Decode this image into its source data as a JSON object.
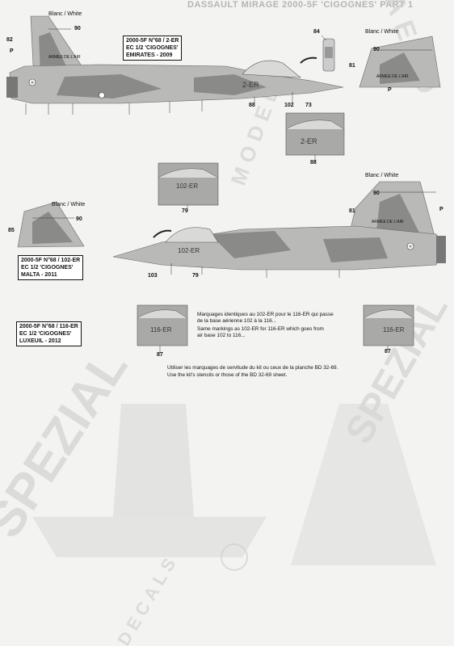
{
  "header": {
    "title": "DASSAULT MIRAGE 2000-5F 'CIGOGNES' PART 1"
  },
  "labels": {
    "blanc_white_1": "Blanc / White",
    "blanc_white_2": "Blanc / White",
    "blanc_white_3": "Blanc / White",
    "blanc_white_4": "Blanc / White",
    "n90_a": "90",
    "n90_b": "90",
    "n90_c": "90",
    "n90_d": "90",
    "n82": "82",
    "p_a": "P",
    "p_b": "P",
    "p_c": "P",
    "n88_a": "88",
    "n88_b": "88",
    "n102": "102",
    "n73": "73",
    "n84": "84",
    "n81_a": "81",
    "n81_b": "81",
    "n79_a": "79",
    "n79_b": "79",
    "n85": "85",
    "n103": "103",
    "n87_a": "87",
    "n87_b": "87"
  },
  "aircraft_text": {
    "code_2er": "2-ER",
    "code_2er_detail": "2-ER",
    "code_102er_detail": "102-ER",
    "code_102er_side": "102-ER",
    "code_116er_a": "116-ER",
    "code_116er_b": "116-ER",
    "armee_1": "ARMEE DE L'AIR",
    "armee_2": "ARMEE DE L'AIR",
    "armee_3": "ARMEE DE L'AIR"
  },
  "boxes": {
    "b1": {
      "l1": "2000-5F N°68 / 2-ER",
      "l2": "EC 1/2 'CIGOGNES'",
      "l3": "EMIRATES - 2009"
    },
    "b2": {
      "l1": "2000-5F N°68 / 102-ER",
      "l2": "EC 1/2 'CIGOGNES'",
      "l3": "MALTA - 2011"
    },
    "b3": {
      "l1": "2000-5F N°68 / 116-ER",
      "l2": "EC 1/2 'CIGOGNES'",
      "l3": "LUXEUIL - 2012"
    }
  },
  "notes": {
    "n1": "Marquages identiques au 102-ER pour le 116-ER qui passe",
    "n2": "de la base aérienne 102 à la 116...",
    "n3": "Same markings as 102-ER for 116-ER which goes from",
    "n4": "air base 102 to 116...",
    "n5": "Utiliser les marquages de servitude du kit ou ceux de la planche BD 32-69.",
    "n6": "Use the kit's stencils or those of the BD 32-69 sheet."
  },
  "watermark": {
    "brand": "SPEZIAL",
    "m1": "MODEL",
    "m2": "AERO",
    "m3": "SPEZIAL",
    "sub": "DECALS"
  },
  "colors": {
    "paper": "#f3f3f1",
    "camo_light": "#b9b9b7",
    "camo_dark": "#8a8b89",
    "ink": "#111111",
    "watermark": "#c9c9c9"
  }
}
